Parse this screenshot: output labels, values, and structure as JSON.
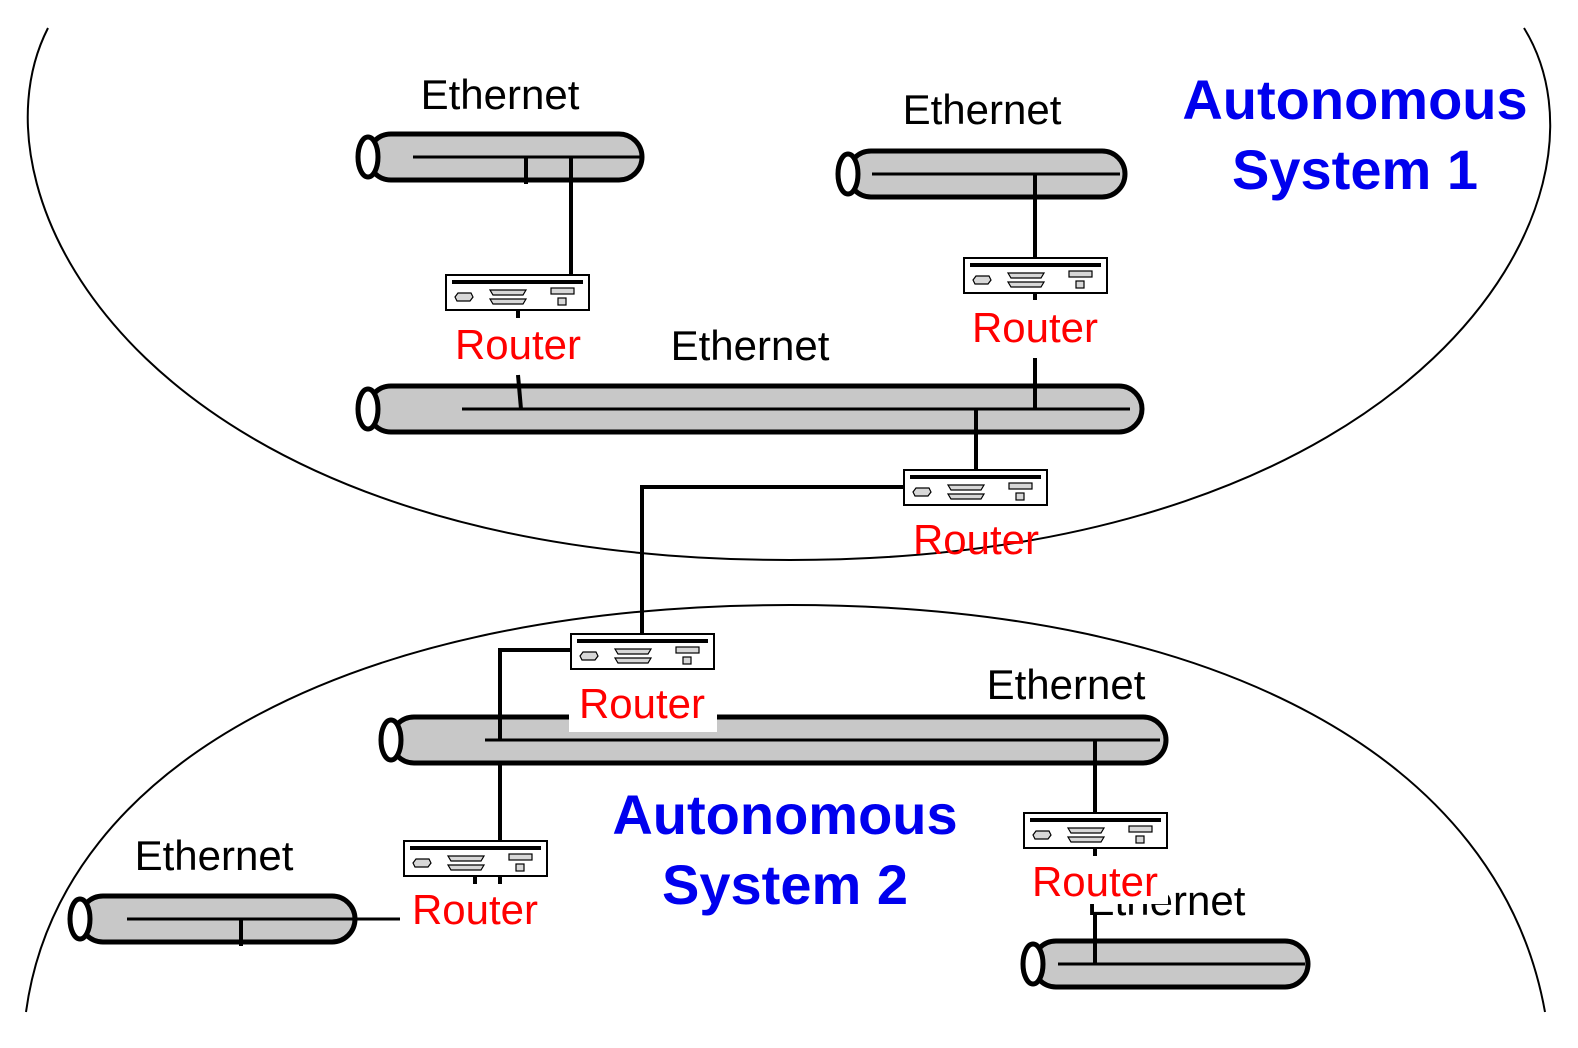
{
  "colors": {
    "router_label": "#ff0000",
    "as_label": "#0000ee",
    "cable_fill": "#c8c8c8",
    "line": "#000000"
  },
  "autonomous_systems": [
    {
      "line1": "Autonomous",
      "line2": "System 1"
    },
    {
      "line1": "Autonomous",
      "line2": "System 2"
    }
  ],
  "ethernet_labels": [
    "Ethernet",
    "Ethernet",
    "Ethernet",
    "Ethernet",
    "Ethernet",
    "Ethernet"
  ],
  "router_labels": [
    "Router",
    "Router",
    "Router",
    "Router",
    "Router",
    "Router"
  ]
}
